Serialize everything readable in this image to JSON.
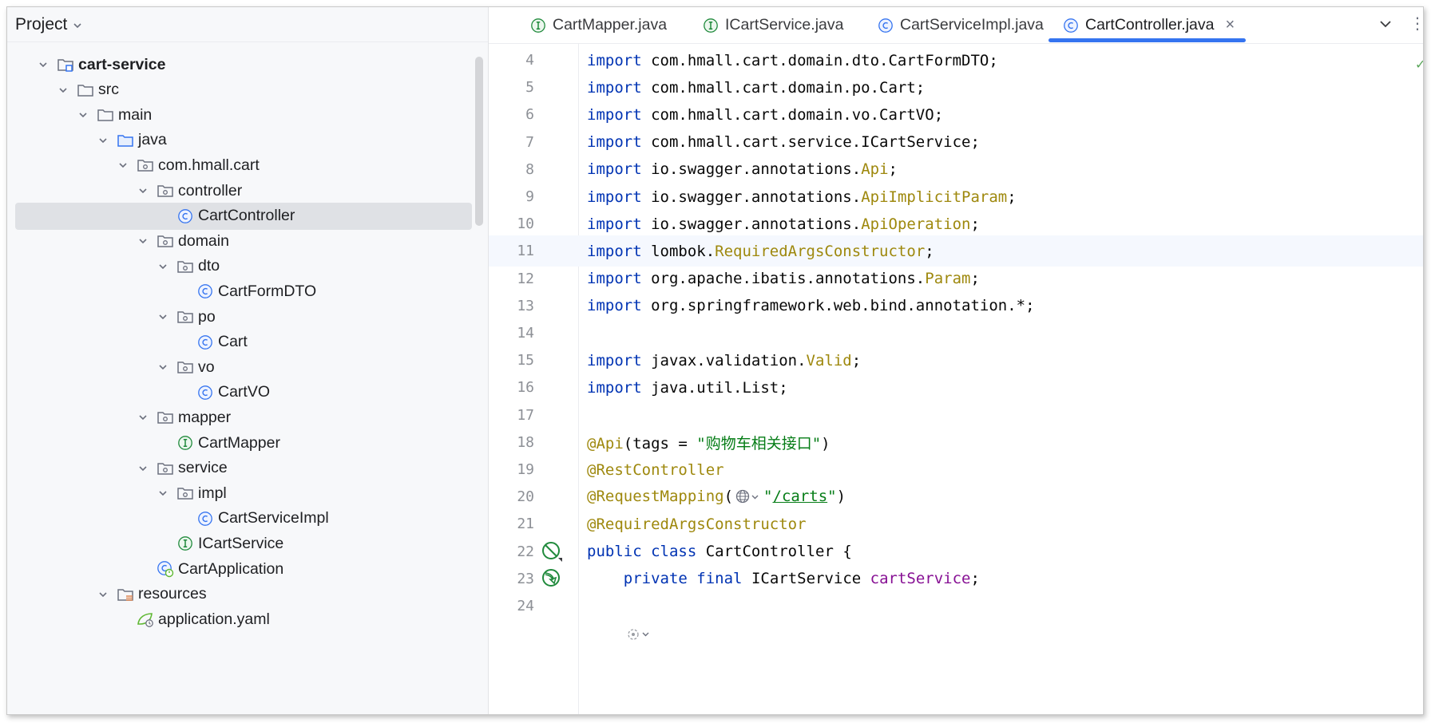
{
  "project_panel": {
    "title": "Project",
    "tree": [
      {
        "label": "cart-service",
        "depth": 0,
        "icon": "module-folder-icon",
        "expanded": true,
        "bold": true
      },
      {
        "label": "src",
        "depth": 1,
        "icon": "folder-icon",
        "expanded": true
      },
      {
        "label": "main",
        "depth": 2,
        "icon": "folder-icon",
        "expanded": true
      },
      {
        "label": "java",
        "depth": 3,
        "icon": "source-folder-icon",
        "expanded": true
      },
      {
        "label": "com.hmall.cart",
        "depth": 4,
        "icon": "package-icon",
        "expanded": true
      },
      {
        "label": "controller",
        "depth": 5,
        "icon": "package-icon",
        "expanded": true
      },
      {
        "label": "CartController",
        "depth": 6,
        "icon": "class-icon",
        "selected": true
      },
      {
        "label": "domain",
        "depth": 5,
        "icon": "package-icon",
        "expanded": true
      },
      {
        "label": "dto",
        "depth": 6,
        "icon": "package-icon",
        "expanded": true
      },
      {
        "label": "CartFormDTO",
        "depth": 7,
        "icon": "class-icon"
      },
      {
        "label": "po",
        "depth": 6,
        "icon": "package-icon",
        "expanded": true
      },
      {
        "label": "Cart",
        "depth": 7,
        "icon": "class-icon"
      },
      {
        "label": "vo",
        "depth": 6,
        "icon": "package-icon",
        "expanded": true
      },
      {
        "label": "CartVO",
        "depth": 7,
        "icon": "class-icon"
      },
      {
        "label": "mapper",
        "depth": 5,
        "icon": "package-icon",
        "expanded": true
      },
      {
        "label": "CartMapper",
        "depth": 6,
        "icon": "interface-icon"
      },
      {
        "label": "service",
        "depth": 5,
        "icon": "package-icon",
        "expanded": true
      },
      {
        "label": "impl",
        "depth": 6,
        "icon": "package-icon",
        "expanded": true
      },
      {
        "label": "CartServiceImpl",
        "depth": 7,
        "icon": "class-icon"
      },
      {
        "label": "ICartService",
        "depth": 6,
        "icon": "interface-icon"
      },
      {
        "label": "CartApplication",
        "depth": 5,
        "icon": "spring-boot-class-icon"
      },
      {
        "label": "resources",
        "depth": 3,
        "icon": "resources-folder-icon",
        "expanded": true
      },
      {
        "label": "application.yaml",
        "depth": 4,
        "icon": "spring-yaml-icon"
      }
    ]
  },
  "editor": {
    "tabs": [
      {
        "label": "CartMapper.java",
        "icon": "interface-icon",
        "active": false
      },
      {
        "label": "ICartService.java",
        "icon": "interface-icon",
        "active": false
      },
      {
        "label": "CartServiceImpl.java",
        "icon": "class-icon",
        "active": false
      },
      {
        "label": "CartController.java",
        "icon": "class-icon",
        "active": true
      }
    ],
    "close_glyph": "×",
    "menu_glyph": "⋮",
    "lines": [
      {
        "num": "4",
        "tokens": [
          {
            "t": "import",
            "c": "kw"
          },
          {
            "t": " com.hmall.cart.domain.dto.CartFormDTO;"
          }
        ]
      },
      {
        "num": "5",
        "tokens": [
          {
            "t": "import",
            "c": "kw"
          },
          {
            "t": " com.hmall.cart.domain.po.Cart;"
          }
        ]
      },
      {
        "num": "6",
        "tokens": [
          {
            "t": "import",
            "c": "kw"
          },
          {
            "t": " com.hmall.cart.domain.vo.CartVO;"
          }
        ]
      },
      {
        "num": "7",
        "tokens": [
          {
            "t": "import",
            "c": "kw"
          },
          {
            "t": " com.hmall.cart.service.ICartService;"
          }
        ]
      },
      {
        "num": "8",
        "tokens": [
          {
            "t": "import",
            "c": "kw"
          },
          {
            "t": " io.swagger.annotations."
          },
          {
            "t": "Api",
            "c": "ann"
          },
          {
            "t": ";"
          }
        ]
      },
      {
        "num": "9",
        "tokens": [
          {
            "t": "import",
            "c": "kw"
          },
          {
            "t": " io.swagger.annotations."
          },
          {
            "t": "ApiImplicitParam",
            "c": "ann"
          },
          {
            "t": ";"
          }
        ]
      },
      {
        "num": "10",
        "tokens": [
          {
            "t": "import",
            "c": "kw"
          },
          {
            "t": " io.swagger.annotations."
          },
          {
            "t": "ApiOperation",
            "c": "ann"
          },
          {
            "t": ";"
          }
        ]
      },
      {
        "num": "11",
        "current": true,
        "tokens": [
          {
            "t": "import",
            "c": "kw"
          },
          {
            "t": " lombok."
          },
          {
            "t": "RequiredArgsConstructor",
            "c": "ann"
          },
          {
            "t": ";"
          }
        ]
      },
      {
        "num": "12",
        "tokens": [
          {
            "t": "import",
            "c": "kw"
          },
          {
            "t": " org.apache.ibatis.annotations."
          },
          {
            "t": "Param",
            "c": "ann"
          },
          {
            "t": ";"
          }
        ]
      },
      {
        "num": "13",
        "tokens": [
          {
            "t": "import",
            "c": "kw"
          },
          {
            "t": " org.springframework.web.bind.annotation.*;"
          }
        ]
      },
      {
        "num": "14",
        "tokens": []
      },
      {
        "num": "15",
        "tokens": [
          {
            "t": "import",
            "c": "kw"
          },
          {
            "t": " javax.validation."
          },
          {
            "t": "Valid",
            "c": "ann"
          },
          {
            "t": ";"
          }
        ]
      },
      {
        "num": "16",
        "tokens": [
          {
            "t": "import",
            "c": "kw"
          },
          {
            "t": " java.util.List;"
          }
        ]
      },
      {
        "num": "17",
        "tokens": []
      },
      {
        "num": "18",
        "tokens": [
          {
            "t": "@Api",
            "c": "ann"
          },
          {
            "t": "(tags = "
          },
          {
            "t": "\"购物车相关接口\"",
            "c": "str"
          },
          {
            "t": ")"
          }
        ]
      },
      {
        "num": "19",
        "tokens": [
          {
            "t": "@RestController",
            "c": "ann"
          }
        ]
      },
      {
        "num": "20",
        "tokens": [
          {
            "t": "@RequestMapping",
            "c": "ann"
          },
          {
            "t": "("
          },
          {
            "inlay": "globe"
          },
          {
            "t": "\"",
            "c": "str"
          },
          {
            "t": "/carts",
            "c": "url"
          },
          {
            "t": "\"",
            "c": "str"
          },
          {
            "t": ")"
          }
        ]
      },
      {
        "num": "21",
        "tokens": [
          {
            "t": "@RequiredArgsConstructor",
            "c": "ann"
          }
        ]
      },
      {
        "num": "22",
        "gutter": "bean-icon",
        "tokens": [
          {
            "t": "public",
            "c": "kw"
          },
          {
            "t": " "
          },
          {
            "t": "class",
            "c": "kw"
          },
          {
            "t": " CartController {"
          }
        ]
      },
      {
        "num": "23",
        "gutter": "autowired-icon",
        "tokens": [
          {
            "t": "    "
          },
          {
            "t": "private",
            "c": "kw"
          },
          {
            "t": " "
          },
          {
            "t": "final",
            "c": "kw"
          },
          {
            "t": " ICartService "
          },
          {
            "t": "cartService",
            "c": "fld"
          },
          {
            "t": ";"
          }
        ]
      },
      {
        "num": "24",
        "tokens": []
      },
      {
        "num": "",
        "tokens": [
          {
            "t": "    "
          },
          {
            "inlay": "endpoint"
          }
        ]
      }
    ]
  },
  "colors": {
    "keyword": "#0033b3",
    "annotation": "#9e880d",
    "string": "#067d17",
    "field": "#871094",
    "accent": "#3574f0"
  }
}
